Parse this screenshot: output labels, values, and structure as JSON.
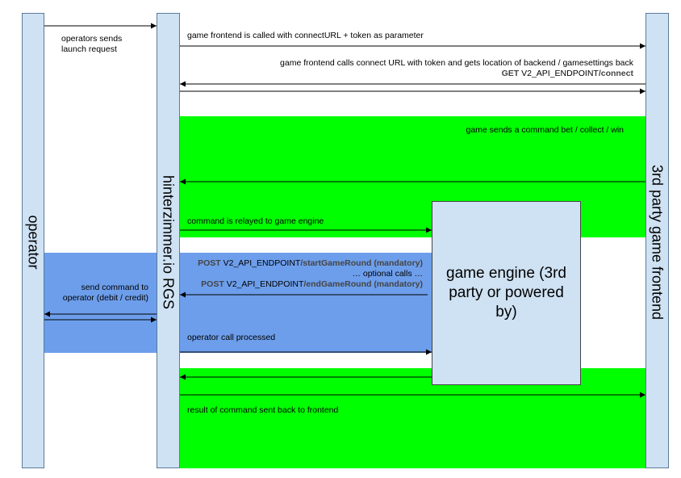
{
  "lanes": {
    "operator": "operator",
    "rgs": "hinterzimmer.io RGS",
    "frontend": "3rd party game frontend"
  },
  "engine": {
    "label": "game engine (3rd party or powered by)"
  },
  "messages": {
    "launch_line1": "operators sends",
    "launch_line2": "launch request",
    "frontend_called": "game frontend is called with connectURL + token as parameter",
    "connect_desc": "game frontend calls connect URL with token and gets location of backend / gamesettings back",
    "connect_method": "GET",
    "connect_endpoint": "V2_API_ENDPOINT",
    "connect_path": "/connect",
    "command_sent": "game sends a command bet / collect / win",
    "relayed": "command is relayed to game engine",
    "start_method": "POST",
    "start_endpoint": "V2_API_ENDPOINT",
    "start_path": "/startGameRound (mandatory)",
    "optional_calls": "… optional calls …",
    "end_method": "POST",
    "end_endpoint": "V2_API_ENDPOINT",
    "end_path": "/endGameRound (mandatory)",
    "send_cmd_line1": "send command to",
    "send_cmd_line2": "operator (debit / credit)",
    "op_processed": "operator call processed",
    "result_back": "result of command sent back to frontend"
  },
  "colors": {
    "lane_fill": "#cfe2f3",
    "green_band": "#00ff00",
    "blue_band": "#6d9eeb"
  }
}
